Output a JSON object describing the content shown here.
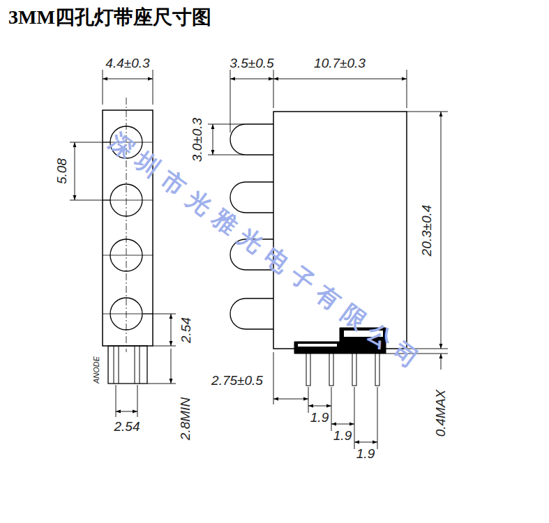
{
  "diagram": {
    "title": "3MM四孔灯带座尺寸图",
    "labels": [
      "4.4±0.3",
      "3.5±0.5",
      "10.7±0.3",
      "3.0±0.3",
      "5.08",
      "20.3±0.4",
      "2.54",
      "2.8MIN",
      "ANODE",
      "2.54",
      "2.75±0.5",
      "1.9",
      "1.9",
      "1.9",
      "0.4MAX",
      "深圳市光雅光电子有限公司"
    ]
  }
}
